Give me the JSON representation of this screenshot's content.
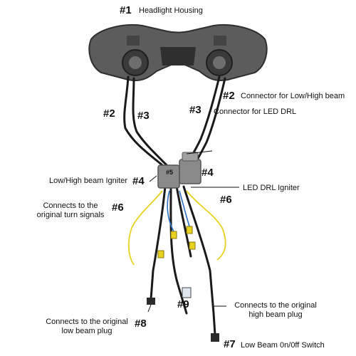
{
  "colors": {
    "background": "#ffffff",
    "housing": "#5c5c5c",
    "housing_dark": "#2f2f2f",
    "wire": "#1a1a1a",
    "igniter": "#8a8a8a",
    "yellow_wire": "#e8d21f",
    "blue_wire": "#2c6fc7"
  },
  "labels": {
    "n1": "#1",
    "t1": "Headlight Housing",
    "n2a": "#2",
    "t2a": "Connector for Low/High beam",
    "n2b": "#2",
    "n3a": "#3",
    "n3b": "#3",
    "t3": "Connector for LED DRL",
    "t4a": "Low/High beam Igniter",
    "n4a": "#4",
    "n4b": "#4",
    "n5": "#5",
    "t5": "LED DRL Igniter",
    "n6a": "#6",
    "t6": "Connects to the original turn signals",
    "n6b": "#6",
    "t8": "Connects to the original low beam plug",
    "n8": "#8",
    "n9": "#9",
    "t9": "Connects to the original high beam plug",
    "n7": "#7",
    "t7": "Low Beam 0n/0ff Switch"
  }
}
